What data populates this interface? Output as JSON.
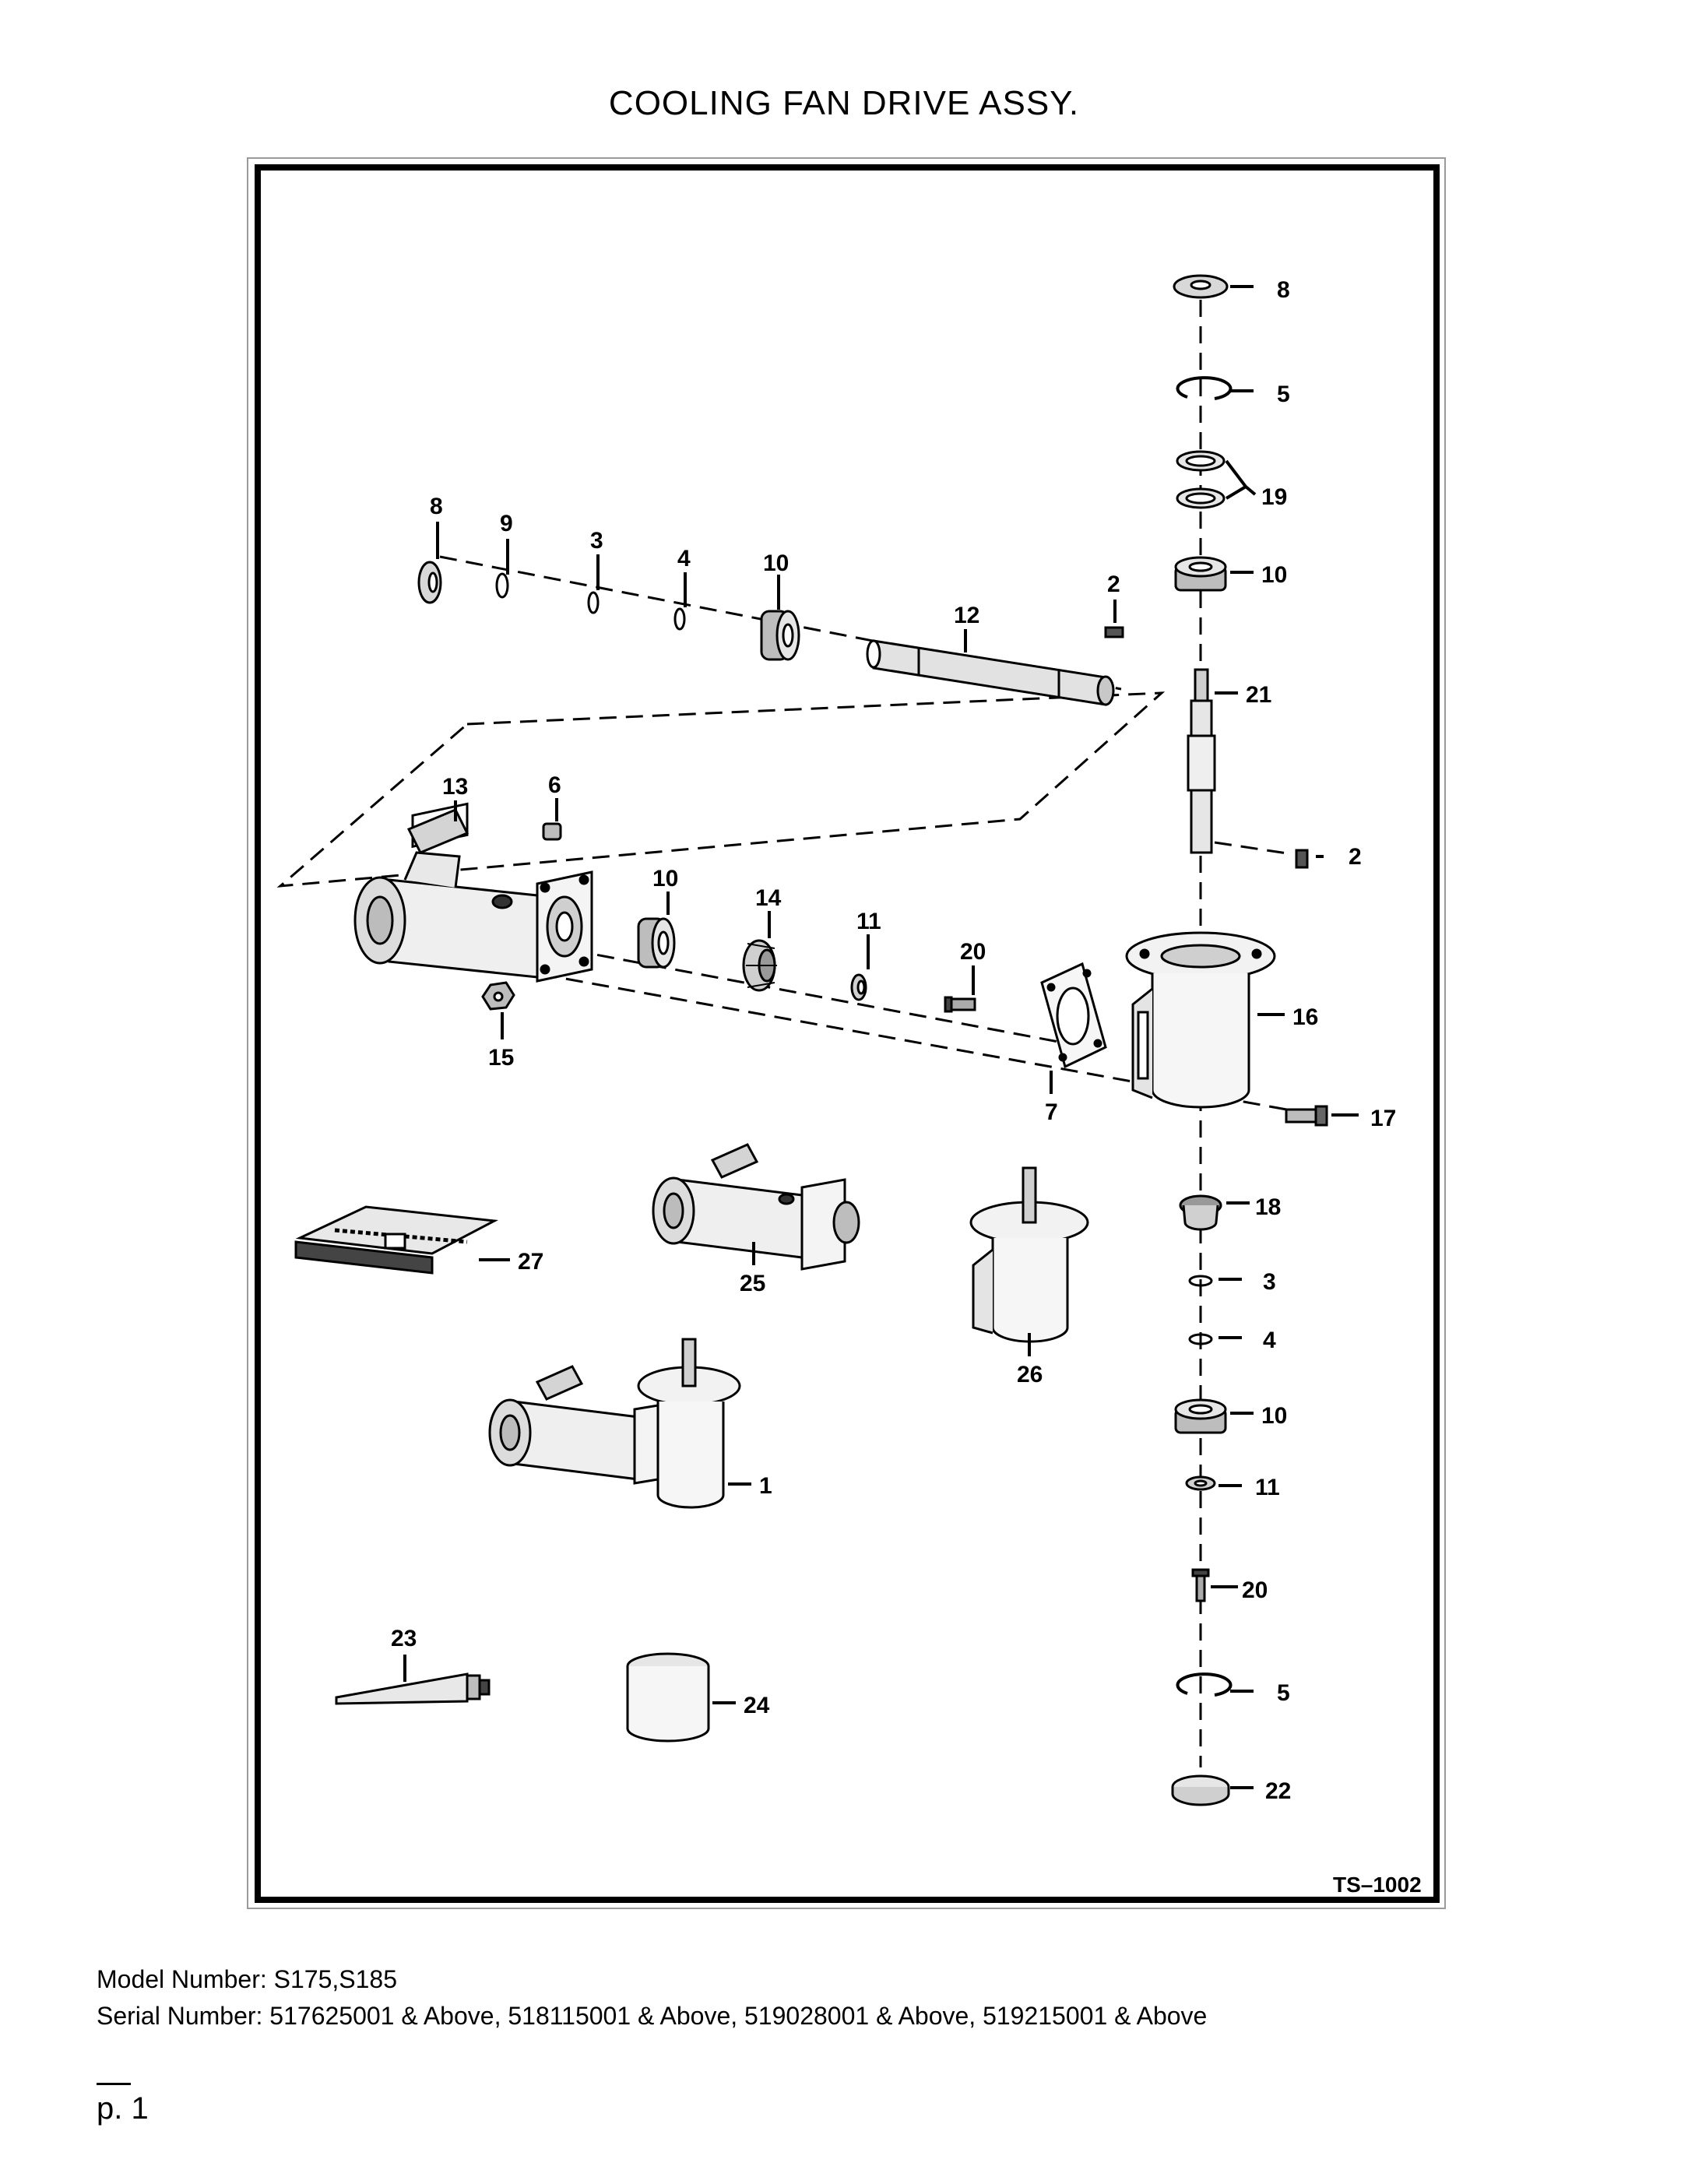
{
  "title": "COOLING FAN DRIVE ASSY.",
  "figure_code": "TS–1002",
  "part_labels": {
    "p1": "1",
    "p2a": "2",
    "p2b": "2",
    "p3a": "3",
    "p3b": "3",
    "p4a": "4",
    "p4b": "4",
    "p5a": "5",
    "p5b": "5",
    "p6": "6",
    "p7": "7",
    "p8a": "8",
    "p8b": "8",
    "p9": "9",
    "p10a": "10",
    "p10b": "10",
    "p10c": "10",
    "p10d": "10",
    "p11a": "11",
    "p11b": "11",
    "p12": "12",
    "p13": "13",
    "p14": "14",
    "p15": "15",
    "p16": "16",
    "p17": "17",
    "p18": "18",
    "p19": "19",
    "p20a": "20",
    "p20b": "20",
    "p21": "21",
    "p22": "22",
    "p23": "23",
    "p24": "24",
    "p25": "25",
    "p26": "26",
    "p27": "27"
  },
  "footer": {
    "model": "Model Number: S175,S185",
    "serial": "Serial Number: 517625001 & Above, 518115001 & Above, 519028001 & Above, 519215001 & Above"
  },
  "page": "p. 1"
}
